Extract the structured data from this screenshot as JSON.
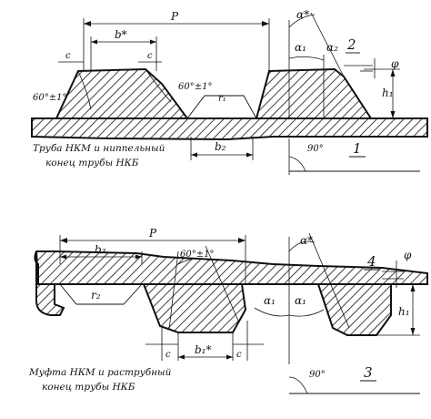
{
  "top": {
    "p": "P",
    "b": "b*",
    "alpha": "α*",
    "alpha1": "α₁",
    "alpha2": "α₂",
    "two": "2",
    "phi": "φ",
    "c_left": "c",
    "c_right": "c",
    "angle_left": "60°±1°",
    "angle_right": "60°±1°",
    "r1": "r₁",
    "h1": "h₁",
    "b2": "b₂",
    "ninety": "90°",
    "one": "1",
    "caption_line1": "Труба НКМ и ниппельный",
    "caption_line2": "конец трубы НКБ"
  },
  "bottom": {
    "p": "P",
    "b3": "b₃",
    "angle": "60°±1°",
    "alpha": "α*",
    "four": "4",
    "phi": "φ",
    "r2": "r₂",
    "alpha1_left": "α₁",
    "alpha1_right": "α₁",
    "h1": "h₁",
    "c_left": "c",
    "c_right": "c",
    "b1": "b₁*",
    "ninety": "90°",
    "three": "3",
    "caption_line1": "Муфта НКМ и раструбный",
    "caption_line2": "конец трубы НКБ"
  }
}
